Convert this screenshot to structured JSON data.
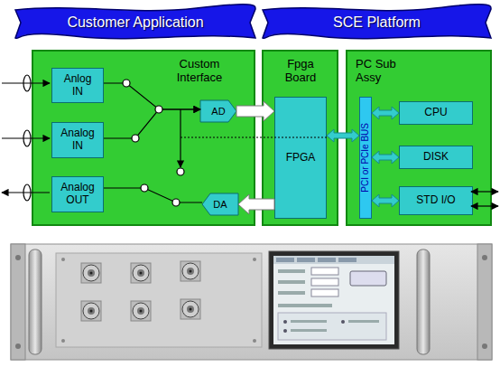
{
  "diagram": {
    "nodes": [
      {
        "text": [
          "Customer Application"
        ]
      },
      {
        "text": [
          "SCE Platform"
        ]
      },
      {
        "text": [
          "Custom Interface"
        ]
      },
      {
        "text": [
          "Anlog IN"
        ],
        "in": 2
      },
      {
        "text": [
          "Analog IN"
        ],
        "in": 2
      },
      {
        "text": [
          "Analog OUT"
        ],
        "in": 2
      },
      {
        "text": [
          "AD"
        ],
        "in": 2
      },
      {
        "text": [
          "DA"
        ],
        "in": 2
      },
      {
        "text": [
          "Fpga Board"
        ]
      },
      {
        "text": [
          "FPGA"
        ],
        "in": 8
      },
      {
        "text": [
          "PC Sub Assy"
        ]
      },
      {
        "text": [
          "PCI or PCIe BUS"
        ],
        "in": 10
      },
      {
        "text": [
          "CPU"
        ],
        "in": 10
      },
      {
        "text": [
          "DISK"
        ],
        "in": 10
      },
      {
        "text": [
          "STD I/O"
        ],
        "in": 10
      }
    ],
    "edges": [
      {
        "from": 6,
        "to": 9,
        "arrow": "to"
      },
      {
        "from": 9,
        "to": 7,
        "arrow": "to"
      },
      {
        "from": 9,
        "to": 11,
        "arrow": "both"
      },
      {
        "from": 11,
        "to": 12,
        "arrow": "both"
      },
      {
        "from": 11,
        "to": 13,
        "arrow": "both"
      },
      {
        "from": 11,
        "to": 14,
        "arrow": "both"
      },
      {
        "from": 3,
        "to": 6,
        "arrow": "to"
      },
      {
        "from": 4,
        "to": 6,
        "arrow": "to"
      },
      {
        "from": 7,
        "to": 5,
        "arrow": "none"
      }
    ]
  }
}
